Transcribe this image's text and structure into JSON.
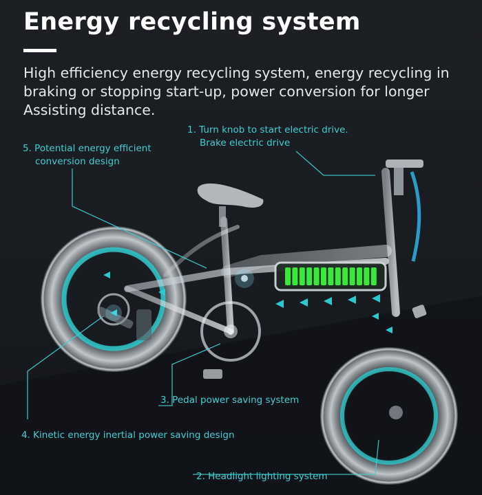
{
  "page": {
    "title": "Energy recycling system",
    "description": "High efficiency energy recycling system, energy recycling in braking or stopping start-up, power conversion for longer Assisting distance."
  },
  "callouts": {
    "c1_line1": "1. Turn knob to start electric drive.",
    "c1_line2": "Brake electric drive",
    "c2": "2. Headlight lighting system",
    "c3": "3. Pedal power saving system",
    "c4": "4. Kinetic energy inertial power saving design",
    "c5_line1": "5. Potential energy efficient",
    "c5_line2": "conversion design"
  },
  "colors": {
    "background": "#1a1d22",
    "accent_cyan": "#3fd0d2",
    "battery_green": "#39e83a",
    "text_white": "#ffffff"
  },
  "icons": [
    "electric-bike-illustration",
    "battery-pack",
    "front-wheel",
    "rear-wheel",
    "energy-flow-arrows"
  ]
}
